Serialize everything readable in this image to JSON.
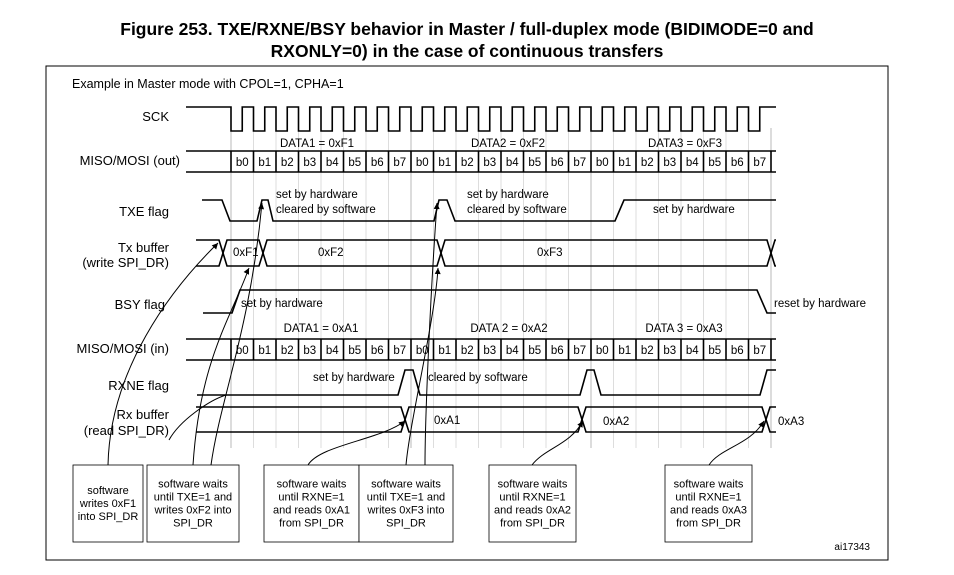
{
  "title_line1": "Figure 253. TXE/RXNE/BSY behavior in Master / full-duplex mode (BIDIMODE=0 and",
  "title_line2": "RXONLY=0) in the case of continuous transfers",
  "example_caption": "Example in Master mode with CPOL=1, CPHA=1",
  "figure_id": "ai17343",
  "signals": {
    "sck": "SCK",
    "mosi_out": "MISO/MOSI (out)",
    "txe": "TXE flag",
    "tx_buffer_1": "Tx buffer",
    "tx_buffer_2": "(write SPI_DR)",
    "bsy": "BSY flag",
    "miso_in": "MISO/MOSI (in)",
    "rxne": "RXNE flag",
    "rx_buffer_1": "Rx buffer",
    "rx_buffer_2": "(read SPI_DR)"
  },
  "bits": [
    "b0",
    "b1",
    "b2",
    "b3",
    "b4",
    "b5",
    "b6",
    "b7"
  ],
  "out_data": [
    "DATA1 = 0xF1",
    "DATA2 = 0xF2",
    "DATA3 = 0xF3"
  ],
  "in_data": [
    "DATA1 = 0xA1",
    "DATA 2 = 0xA2",
    "DATA 3 = 0xA3"
  ],
  "tx_values": [
    "0xF1",
    "0xF2",
    "0xF3"
  ],
  "rx_values": [
    "0xA1",
    "0xA2",
    "0xA3"
  ],
  "txe_notes": {
    "set1": "set by hardware",
    "cleared1": "cleared by software",
    "set2": "set by hardware",
    "cleared2": "cleared by software",
    "set3": "set by hardware"
  },
  "bsy_notes": {
    "set": "set by hardware",
    "reset": "reset by hardware"
  },
  "rxne_notes": {
    "set": "set by hardware",
    "cleared": "cleared by software"
  },
  "boxes": [
    [
      "software",
      "writes 0xF1",
      "into SPI_DR"
    ],
    [
      "software waits",
      "until TXE=1 and",
      "writes 0xF2 into",
      "SPI_DR"
    ],
    [
      "software waits",
      "until RXNE=1",
      "and reads 0xA1",
      "from SPI_DR"
    ],
    [
      "software waits",
      "until TXE=1 and",
      "writes 0xF3 into",
      "SPI_DR"
    ],
    [
      "software waits",
      "until RXNE=1",
      "and reads 0xA2",
      "from SPI_DR"
    ],
    [
      "software waits",
      "until RXNE=1",
      "and reads 0xA3",
      "from SPI_DR"
    ]
  ]
}
